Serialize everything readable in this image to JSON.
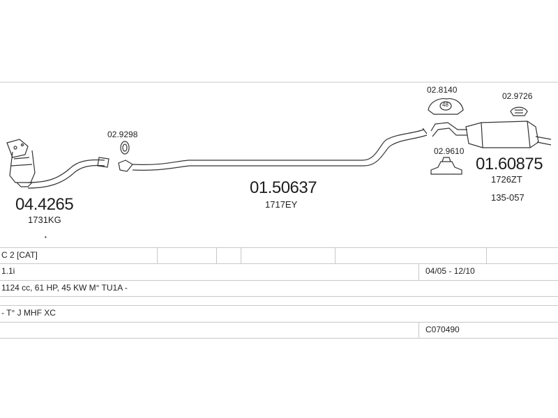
{
  "parts": {
    "catalyst": {
      "number": "04.4265",
      "oem": "1731KG"
    },
    "clamp_small": {
      "number": "02.9298"
    },
    "mid_pipe": {
      "number": "01.50637",
      "oem": "1717EY"
    },
    "clamp_ring": {
      "number": "02.8140",
      "badge": "48"
    },
    "mount_top": {
      "number": "02.9726"
    },
    "mount": {
      "number": "02.9610"
    },
    "rear_box": {
      "number": "01.60875",
      "oem": "1726ZT",
      "ref": "135-057"
    }
  },
  "table": {
    "row1": {
      "model": "C 2  [CAT]"
    },
    "row2": {
      "engine": "1.1i",
      "dates": "04/05 - 12/10"
    },
    "row3": {
      "spec": "1124 cc, 61 HP, 45 KW  M° TU1A -"
    },
    "row4": {
      "type": "-  T° J MHF XC"
    },
    "row5": {
      "code": "C070490"
    }
  }
}
